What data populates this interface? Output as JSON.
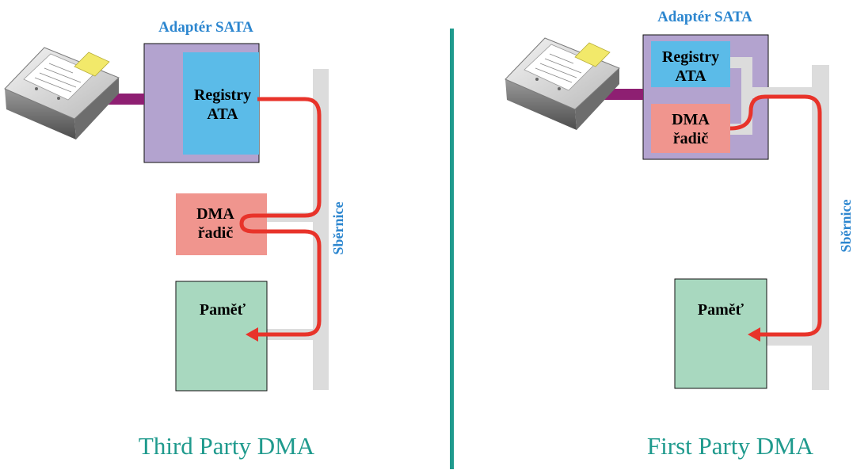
{
  "colors": {
    "adapter_fill": "#b3a3cf",
    "registers_fill": "#5bbbe8",
    "dma_fill": "#f0958e",
    "memory_fill": "#a8d8bf",
    "bus_fill": "#dcdcdc",
    "cable": "#8e1f72",
    "path": "#e8332a",
    "divider": "#1f9a8d",
    "adapter_label": "#2c86cf",
    "caption": "#1f9a8d"
  },
  "left_panel": {
    "adapter_label": "Adaptér SATA",
    "registers_line1": "Registry",
    "registers_line2": "ATA",
    "dma_line1": "DMA",
    "dma_line2": "řadič",
    "memory_label": "Paměť",
    "bus_label": "Sběrnice",
    "disk_icon": "hard-disk-icon",
    "caption": "Third Party DMA"
  },
  "right_panel": {
    "adapter_label": "Adaptér SATA",
    "registers_line1": "Registry",
    "registers_line2": "ATA",
    "dma_line1": "DMA",
    "dma_line2": "řadič",
    "memory_label": "Paměť",
    "bus_label": "Sběrnice",
    "disk_icon": "hard-disk-icon",
    "caption": "First Party DMA"
  }
}
